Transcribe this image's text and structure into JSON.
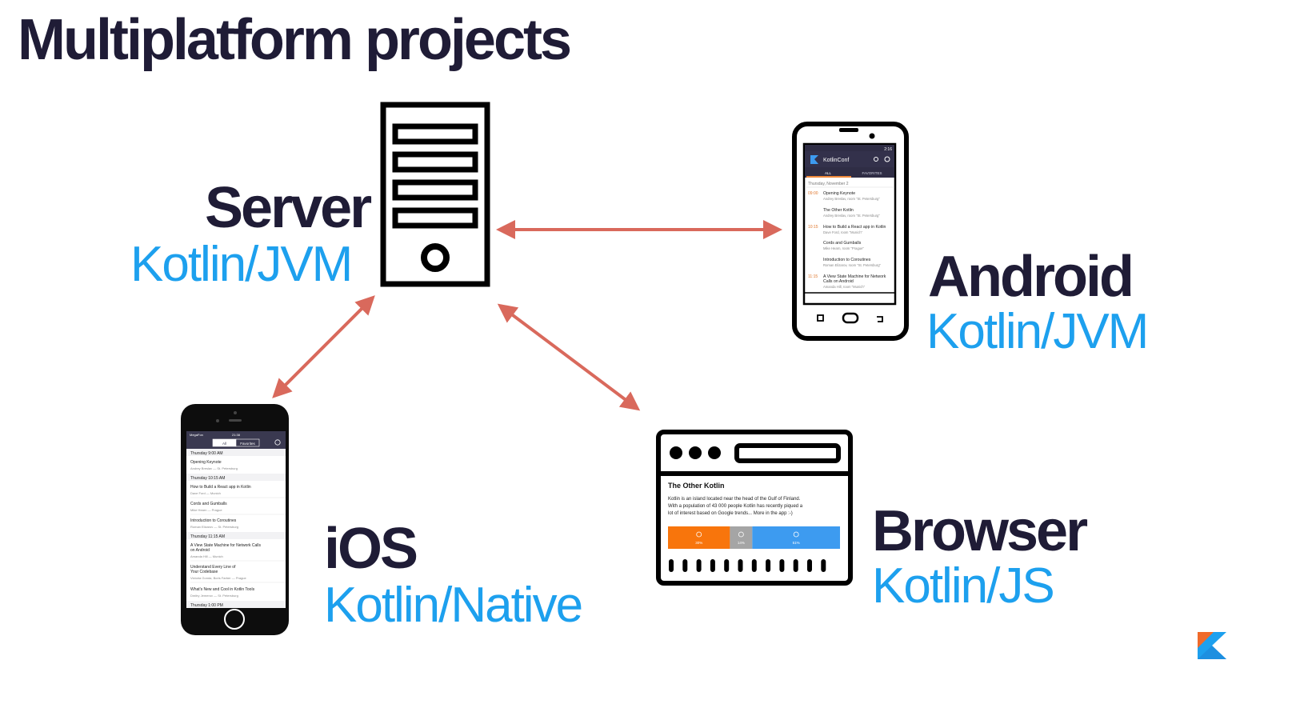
{
  "slide": {
    "title": "Multiplatform projects"
  },
  "platforms": {
    "server": {
      "name": "Server",
      "target": "Kotlin/JVM"
    },
    "android": {
      "name": "Android",
      "target": "Kotlin/JVM"
    },
    "ios": {
      "name": "iOS",
      "target": "Kotlin/Native"
    },
    "browser": {
      "name": "Browser",
      "target": "Kotlin/JS"
    }
  },
  "android_screen": {
    "status_time": "2:16",
    "app_title": "KotlinConf",
    "tab_all": "ALL",
    "tab_favorites": "FAVORITES",
    "date": "Thursday, November 2",
    "sessions": [
      {
        "time": "09:00",
        "title": "Opening Keynote",
        "sub": "Andrey Breslav, room \"St. Petersburg\""
      },
      {
        "time": "",
        "title": "The Other Kotlin",
        "sub": "Andrey Breslav, room \"St. Petersburg\""
      },
      {
        "time": "10:15",
        "title": "How to Build a React app in Kotlin",
        "sub": "Dave Ford, room \"Munich\""
      },
      {
        "time": "",
        "title": "Cords and Gumballs",
        "sub": "Mike Hearn, room \"Prague\""
      },
      {
        "time": "",
        "title": "Introduction to Coroutines",
        "sub": "Roman Elizarov, room \"St. Petersburg\""
      },
      {
        "time": "11:15",
        "title": "A View State Machine for Network",
        "title2": "Calls on Android",
        "sub": "Amanda Hill, room \"Munich\""
      }
    ]
  },
  "ios_screen": {
    "carrier": "MegaFon",
    "status_time": "21:38",
    "seg_all": "All",
    "seg_favorites": "Favorites",
    "rows": [
      {
        "kind": "header",
        "text": "Thursday 9:00 AM"
      },
      {
        "kind": "item",
        "text": "Opening Keynote",
        "sub": "Andrey Breslav — St. Petersburg"
      },
      {
        "kind": "header",
        "text": "Thursday 10:15 AM"
      },
      {
        "kind": "item",
        "text": "How to Build a React app in Kotlin",
        "sub": "Dave Ford — Munich"
      },
      {
        "kind": "item",
        "text": "Cords and Gumballs",
        "sub": "Mike Hearn — Prague"
      },
      {
        "kind": "item",
        "text": "Introduction to Coroutines",
        "sub": "Roman Elizarov — St. Petersburg"
      },
      {
        "kind": "header",
        "text": "Thursday 11:15 AM"
      },
      {
        "kind": "item",
        "text": "A View State Machine for Network Calls",
        "text2": "on Android",
        "sub": "Amanda Hill — Munich"
      },
      {
        "kind": "item",
        "text": "Understand Every Line of",
        "text2": "Your Codebase",
        "sub": "Victoria Gonda, Boris Farber — Prague"
      },
      {
        "kind": "item",
        "text": "What's New and Cool in Kotlin Tools",
        "sub": "Dmitry Jemerov — St. Petersburg"
      },
      {
        "kind": "header",
        "text": "Thursday 1:00 PM"
      }
    ]
  },
  "browser_screen": {
    "heading": "The Other Kotlin",
    "body": [
      "Kotlin is an island located near the head of the Gulf of Finland.",
      "With a population of 43 000 people Kotlin has recently piqued a",
      "lot of interest based on Google trends... More in the app :-)"
    ],
    "bar": [
      {
        "percent": "30%",
        "fraction": 0.36,
        "color": "#f8750c"
      },
      {
        "percent": "14%",
        "fraction": 0.13,
        "color": "#a5a5a5"
      },
      {
        "percent": "51%",
        "fraction": 0.51,
        "color": "#3d9bf0"
      }
    ]
  },
  "colors": {
    "arrow": "#d9695c",
    "title": "#1f1c36",
    "target": "#1da0ee"
  },
  "logo": {
    "icon": "kotlin-logo-icon"
  }
}
